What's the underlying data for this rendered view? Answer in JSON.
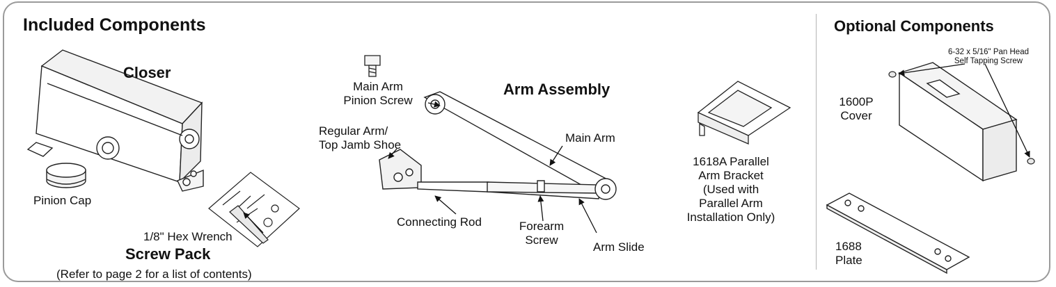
{
  "sections": {
    "included_title": "Included Components",
    "optional_title": "Optional Components"
  },
  "parts": {
    "closer": "Closer",
    "pinion_cap": "Pinion Cap",
    "hex_wrench": "1/8\" Hex Wrench",
    "screw_pack": "Screw Pack",
    "screw_pack_note": "(Refer to page 2 for a list of contents)",
    "main_arm_pinion_screw": [
      "Main Arm",
      "Pinion Screw"
    ],
    "arm_assembly": "Arm Assembly",
    "regular_arm": [
      "Regular Arm/",
      "Top Jamb Shoe"
    ],
    "main_arm": "Main Arm",
    "connecting_rod": "Connecting Rod",
    "forearm_screw": [
      "Forearm",
      "Screw"
    ],
    "arm_slide": "Arm Slide",
    "parallel_bracket": [
      "1618A Parallel",
      "Arm Bracket",
      "(Used with",
      "Parallel Arm",
      "Installation Only)"
    ],
    "pan_head_screw": [
      "6-32 x 5/16\" Pan Head",
      "Self Tapping Screw"
    ],
    "cover": [
      "1600P",
      "Cover"
    ],
    "plate": [
      "1688",
      "Plate"
    ]
  }
}
